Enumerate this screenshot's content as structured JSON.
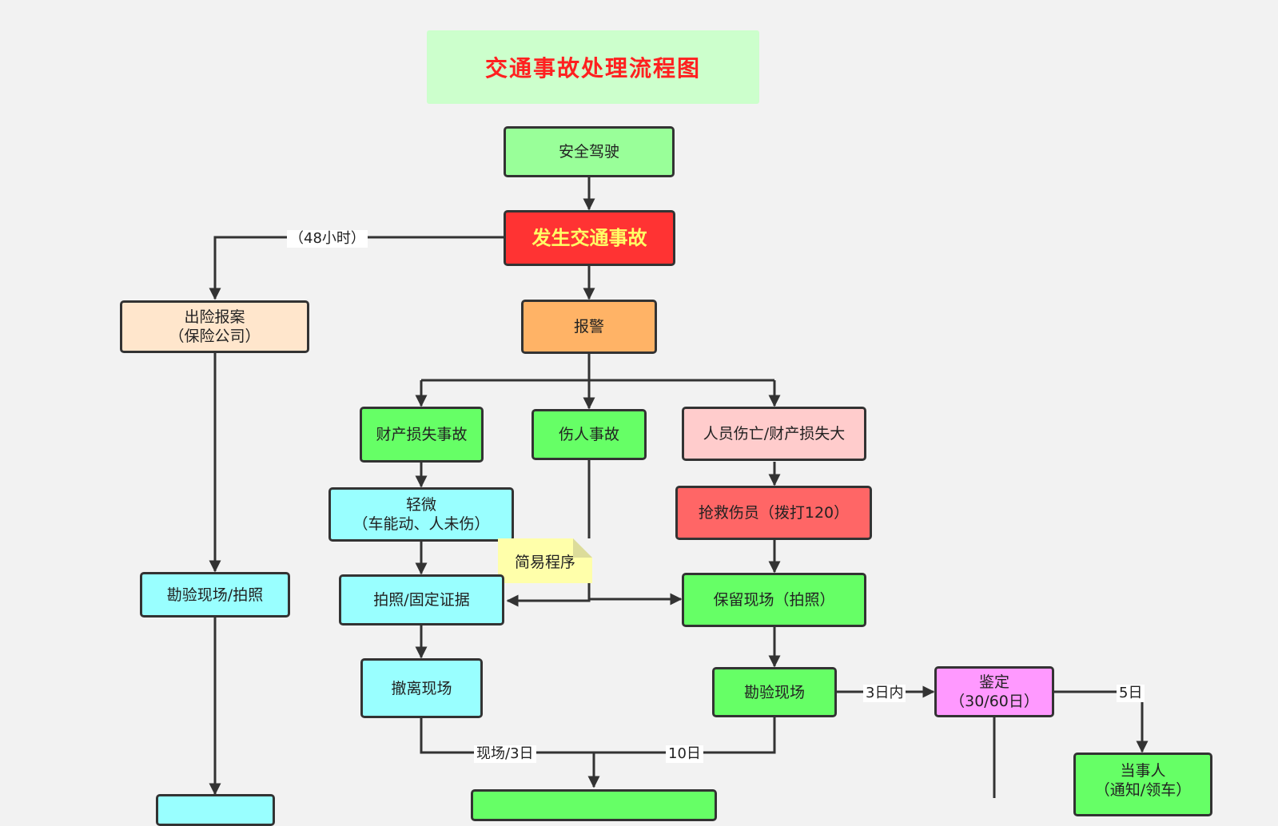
{
  "title": "交通事故处理流程图",
  "colors": {
    "title_bg": "#ccffcc",
    "title_text": "#ff2020",
    "light_green": "#99ff99",
    "green": "#66ff66",
    "red": "#ff3333",
    "accident_text": "#ffff66",
    "orange": "#ffb366",
    "peach": "#ffe6cc",
    "pink": "#ffcccc",
    "salmon": "#ff6666",
    "cyan": "#99ffff",
    "magenta": "#ff99ff",
    "note": "#ffffaa",
    "line": "#333333",
    "background": "#f2f2f2"
  },
  "nodes": {
    "safe_driving": "安全驾驶",
    "accident": "发生交通事故",
    "report_police": "报警",
    "insurance_report": "出险报案\n（保险公司）",
    "property_loss": "财产损失事故",
    "injury": "伤人事故",
    "death_major": "人员伤亡/财产损失大",
    "minor": "轻微\n（车能动、人未伤）",
    "rescue": "抢救伤员（拨打120）",
    "survey_photo": "勘验现场/拍照",
    "photo_evidence": "拍照/固定证据",
    "preserve_scene": "保留现场（拍照）",
    "leave_scene": "撤离现场",
    "survey_scene": "勘验现场",
    "appraisal": "鉴定\n（30/60日）",
    "party": "当事人\n（通知/领车）"
  },
  "note": "简易程序",
  "edge_labels": {
    "h48": "（48小时）",
    "d3": "3日内",
    "d5": "5日",
    "scene3": "现场/3日",
    "d10": "10日"
  }
}
